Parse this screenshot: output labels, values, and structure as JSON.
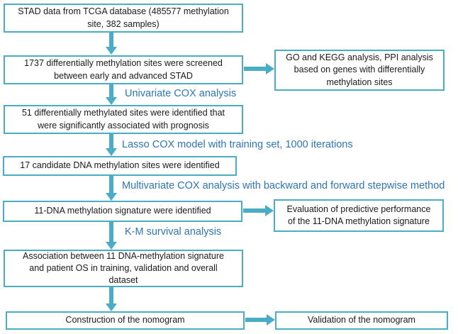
{
  "figure": {
    "type": "flowchart",
    "palette": {
      "accent_teal": "#4BACC6",
      "label_blue": "#2E75B6",
      "box_text": "#1a1a1a",
      "background": "#ffffff"
    },
    "boxes": {
      "tcga": "STAD data from TCGA database (485577 methylation\nsite, 382 samples)",
      "screened": "1737 differentially methylation sites were screened\nbetween early and advanced STAD",
      "go_kegg": "GO and KEGG analysis, PPI analysis\nbased on genes with differentially\nmethylation sites",
      "prognosis": "51 differentially methylated sites were identified that\nwere significantly associated with prognosis",
      "candidate": "17 candidate DNA methylation sites were identified",
      "signature": "11-DNA methylation signature were identified",
      "evaluation": "Evaluation of predictive performance\nof the 11-DNA methylation signature",
      "association": "Association between 11 DNA-methylation signature\nand patient OS in training, validation and overall\ndataset",
      "construction": "Construction of the nomogram",
      "validation": "Validation of the nomogram"
    },
    "step_labels": {
      "univariate": "Univariate COX analysis",
      "lasso": "Lasso COX model with training set, 1000 iterations",
      "multivariate": "Multivariate COX analysis with backward and forward stepwise method",
      "km": "K-M survival analysis"
    }
  }
}
